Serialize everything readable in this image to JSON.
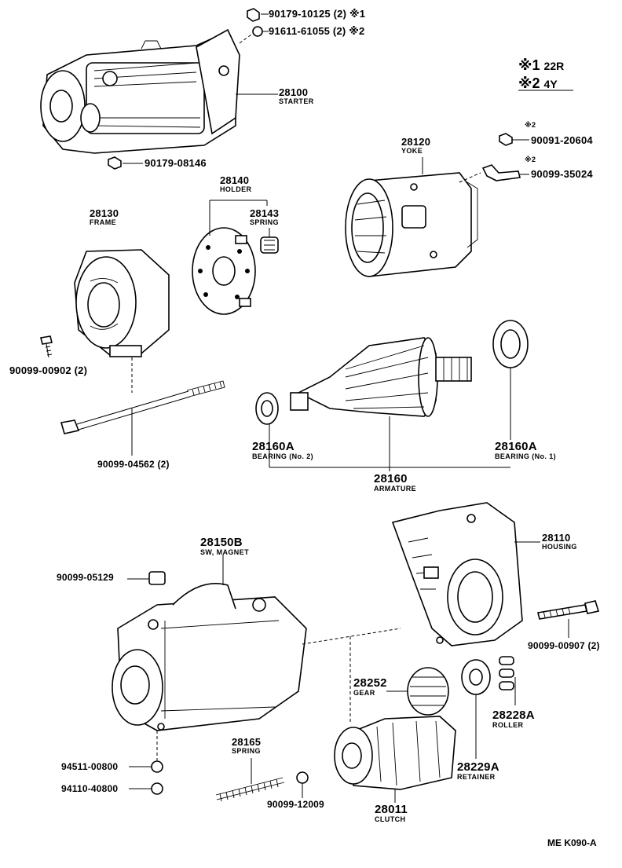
{
  "diagram_id": "ME K090-A",
  "legend": {
    "items": [
      {
        "mark": "※1",
        "code": "22R"
      },
      {
        "mark": "※2",
        "code": "4Y"
      }
    ]
  },
  "parts": {
    "p90179_10125": {
      "number": "90179-10125 (2) ※1"
    },
    "p91611_61055": {
      "number": "91611-61055 (2) ※2"
    },
    "p28100": {
      "number": "28100",
      "name": "STARTER"
    },
    "p90179_08146": {
      "number": "90179-08146"
    },
    "p28140": {
      "number": "28140",
      "name": "HOLDER"
    },
    "p28143": {
      "number": "28143",
      "name": "SPRING"
    },
    "p28130": {
      "number": "28130",
      "name": "FRAME"
    },
    "p28120": {
      "number": "28120",
      "name": "YOKE"
    },
    "p90091_20604": {
      "mark": "※2",
      "number": "90091-20604"
    },
    "p90099_35024": {
      "mark": "※2",
      "number": "90099-35024"
    },
    "p90099_00902": {
      "number": "90099-00902 (2)"
    },
    "p90099_04562": {
      "number": "90099-04562 (2)"
    },
    "p28160a_l": {
      "number": "28160A",
      "name": "BEARING (No. 2)"
    },
    "p28160a_r": {
      "number": "28160A",
      "name": "BEARING (No. 1)"
    },
    "p28160": {
      "number": "28160",
      "name": "ARMATURE"
    },
    "p28110": {
      "number": "28110",
      "name": "HOUSING"
    },
    "p28150b": {
      "number": "28150B",
      "name": "SW, MAGNET"
    },
    "p90099_05129": {
      "number": "90099-05129"
    },
    "p90099_00907": {
      "number": "90099-00907 (2)"
    },
    "p28252": {
      "number": "28252",
      "name": "GEAR"
    },
    "p28228a": {
      "number": "28228A",
      "name": "ROLLER"
    },
    "p28165": {
      "number": "28165",
      "name": "SPRING"
    },
    "p28229a": {
      "number": "28229A",
      "name": "RETAINER"
    },
    "p94511_00800": {
      "number": "94511-00800"
    },
    "p94110_40800": {
      "number": "94110-40800"
    },
    "p90099_12009": {
      "number": "90099-12009"
    },
    "p28011": {
      "number": "28011",
      "name": "CLUTCH"
    }
  }
}
